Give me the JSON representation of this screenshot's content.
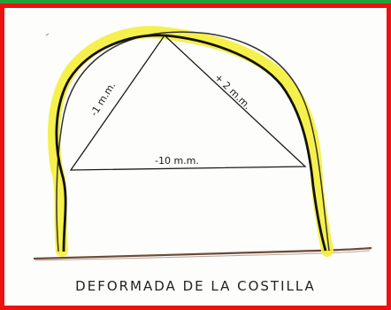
{
  "caption": "DEFORMADA DE LA COSTILLA",
  "labels": {
    "left_side": "-1 m.m.",
    "right_side": "+ 2 m.m.",
    "base": "-10 m.m."
  },
  "colors": {
    "border": "#ee1111",
    "top_band": "#22a33a",
    "highlight": "#f5ee3a",
    "ink": "#1a1a1a"
  }
}
